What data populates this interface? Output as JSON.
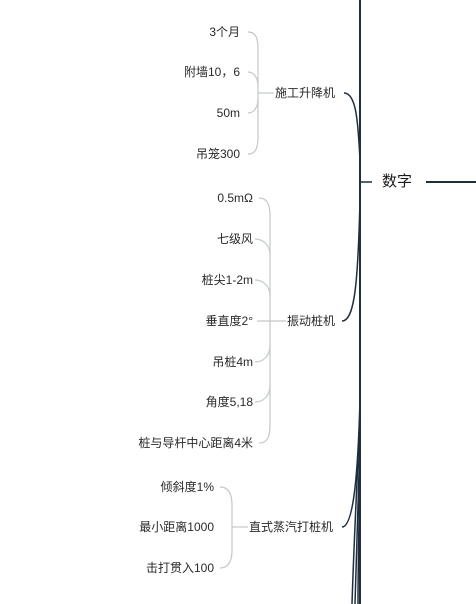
{
  "root": {
    "label": "数字"
  },
  "branches": [
    {
      "label": "施工升降机",
      "leaves": [
        "3个月",
        "附墙10，6",
        "50m",
        "吊笼300"
      ]
    },
    {
      "label": "振动桩机",
      "leaves": [
        "0.5mΩ",
        "七级风",
        "桩尖1-2m",
        "垂直度2°",
        "吊桩4m",
        "角度5,18",
        "桩与导杆中心距离4米"
      ]
    },
    {
      "label": "直式蒸汽打桩机",
      "leaves": [
        "倾斜度1%",
        "最小距离1000",
        "击打贯入100"
      ]
    }
  ],
  "colors": {
    "main_line": "#1e2e3e",
    "leaf_bracket": "#c3c8c8"
  }
}
